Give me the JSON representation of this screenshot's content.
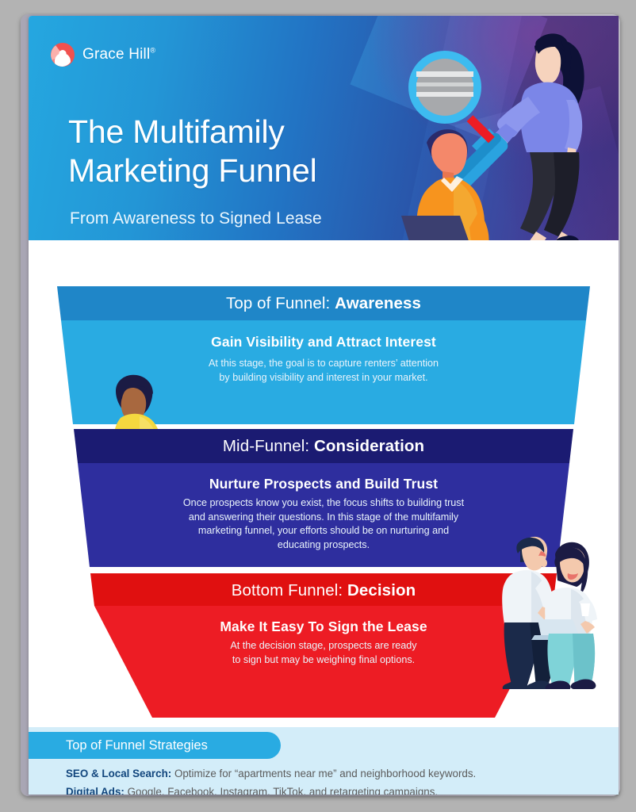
{
  "brand": {
    "logo_icon": "grace-hill-circle-logo",
    "name": "Grace Hill",
    "trademark": "®",
    "colors": {
      "cyan": "#29abe2",
      "blue": "#1f86c8",
      "navy_dark": "#1b1b72",
      "navy": "#2e2e9e",
      "red_dark": "#e01010",
      "red": "#ed1c24",
      "tab_bg": "#d3edf9",
      "link_navy": "#12467d"
    }
  },
  "header": {
    "title": "The Multifamily\nMarketing Funnel",
    "subtitle": "From Awareness to Signed Lease",
    "illustration": "woman-with-magnifying-glass-and-man-with-laptop"
  },
  "funnel": {
    "stages": [
      {
        "id": "top-of-funnel",
        "heading_prefix": "Top of Funnel: ",
        "heading_strong": "Awareness",
        "title": "Gain Visibility and Attract Interest",
        "body": "At this stage, the goal is to capture renters’ attention\nby building visibility and interest in your market.",
        "band_color": "#1f86c8",
        "body_color": "#29abe2"
      },
      {
        "id": "mid-funnel",
        "heading_prefix": "Mid-Funnel: ",
        "heading_strong": "Consideration",
        "title": "Nurture Prospects and Build Trust",
        "body": "Once prospects know you exist, the focus shifts to building trust\nand answering their questions. In this stage of the multifamily\nmarketing funnel, your efforts should be on nurturing and\neducating prospects.",
        "band_color": "#1b1b72",
        "body_color": "#2e2e9e"
      },
      {
        "id": "bottom-funnel",
        "heading_prefix": "Bottom Funnel: ",
        "heading_strong": "Decision",
        "title": "Make It Easy To Sign the Lease",
        "body": "At the decision stage, prospects are ready\nto sign but may be weighing final options.",
        "band_color": "#e01010",
        "body_color": "#ed1c24"
      }
    ],
    "side_illustration": "woman-sitting-with-laptop"
  },
  "strategies": {
    "tab_label": "Top of Funnel Strategies",
    "items": [
      {
        "label": "SEO & Local Search:",
        "text": " Optimize for “apartments near me” and neighborhood keywords."
      },
      {
        "label": "Digital Ads:",
        "text": " Google, Facebook, Instagram, TikTok, and retargeting campaigns."
      }
    ],
    "illustration": "couple-with-laptop"
  }
}
